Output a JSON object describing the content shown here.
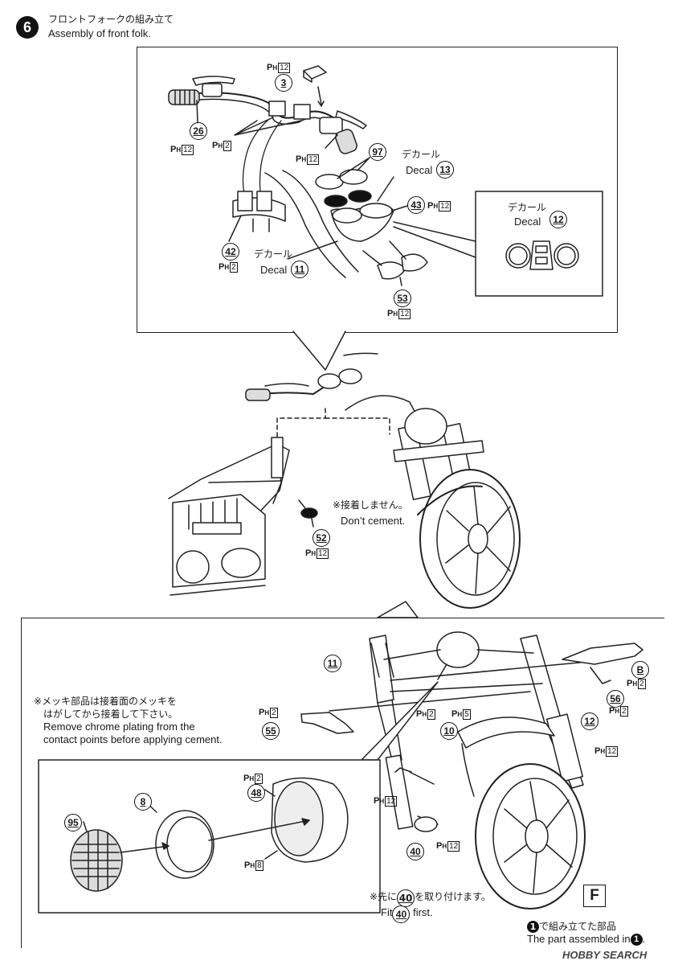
{
  "step": {
    "number": "6",
    "title_jp": "フロントフォークの組み立て",
    "title_en": "Assembly of front folk."
  },
  "top_panel": {
    "parts": {
      "p3": "3",
      "p26": "26",
      "p42": "42",
      "p43": "43",
      "p53": "53",
      "p97": "97",
      "p11": "11",
      "p12": "12",
      "p13": "13"
    },
    "decal_jp": "デカール",
    "decal_en": "Decal"
  },
  "frame_view": {
    "part_52": "52",
    "note_jp": "※接着しません。",
    "note_en": "Don’t cement."
  },
  "lower_panel": {
    "parts": {
      "p11": "11",
      "p56": "56",
      "p55": "55",
      "p10": "10",
      "p12": "12",
      "p40": "40",
      "p8": "8",
      "p95": "95",
      "p48": "48"
    },
    "label_b": "B",
    "chrome_note_jp_1": "※メッキ部品は接着面のメッキを",
    "chrome_note_jp_2": "はがしてから接着して下さい。",
    "chrome_note_en_1": "Remove chrome plating from the",
    "chrome_note_en_2": "contact points before applying cement.",
    "fit_note_jp_pre": "※先に",
    "fit_note_jp_num": "40",
    "fit_note_jp_post": "を取り付けます。",
    "fit_note_en_pre": "Fit",
    "fit_note_en_num": "40",
    "fit_note_en_post": "first.",
    "label_f": "F",
    "assembled_jp_num": "1",
    "assembled_jp": "で組み立てた部品",
    "assembled_en": "The part assembled in",
    "assembled_en_num": "1",
    "assembled_en_end": "."
  },
  "paint": {
    "ph": "P",
    "sub": "H",
    "h2": "2",
    "h5": "5",
    "h8": "8",
    "h12": "12"
  },
  "watermark": "HOBBY SEARCH",
  "colors": {
    "ink": "#111111",
    "line": "#222222"
  }
}
